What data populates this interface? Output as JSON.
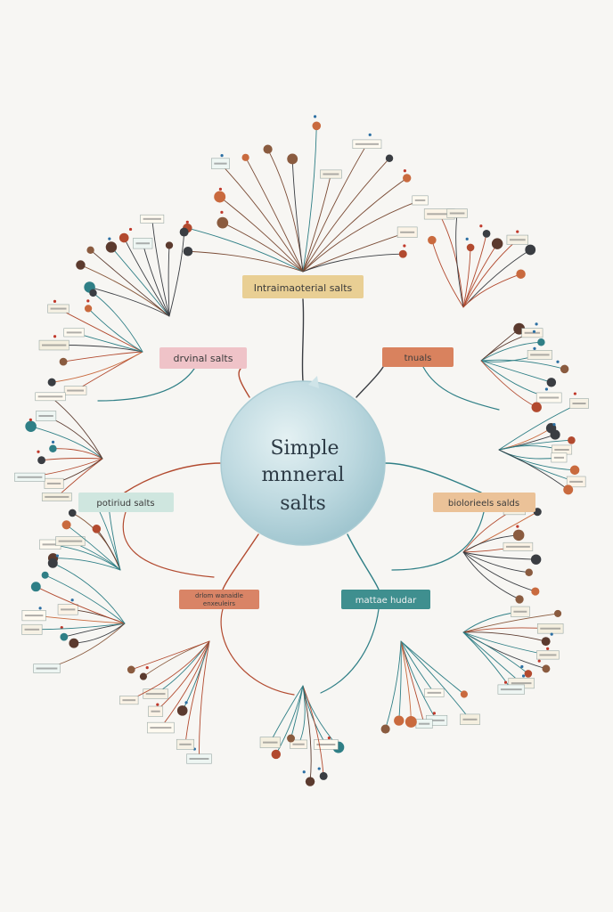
{
  "center": {
    "lines": [
      "Simple",
      "mnneral",
      "salts"
    ]
  },
  "branches": [
    {
      "id": "top",
      "label": "Intraimaoterial salts",
      "color": "#e9cf94",
      "line": "#7a4b35"
    },
    {
      "id": "upper-left",
      "label": "drvinal salts",
      "color": "#efc3c8",
      "line": "#b24a2f"
    },
    {
      "id": "upper-right",
      "label": "tnuals",
      "color": "#d9825e",
      "line": "#b24a2f"
    },
    {
      "id": "left",
      "label": "potiriud salts",
      "color": "#cfe6df",
      "line": "#2f6f78"
    },
    {
      "id": "right",
      "label": "biolorieels salds",
      "color": "#ebc298",
      "line": "#2f6f78"
    },
    {
      "id": "lower-left",
      "label": "drlom wanaidle\nenxeuleirs",
      "color": "#d98466",
      "line": "#b24a2f"
    },
    {
      "id": "lower-right",
      "label": "mattae hudar",
      "color": "#3f8f8f",
      "line": "#2f6f78"
    }
  ],
  "colors": {
    "hub": "#bcd8df",
    "dark": "#3a3d42",
    "rust": "#b24a2f",
    "teal": "#2f7f86",
    "brown": "#7a4b35"
  }
}
